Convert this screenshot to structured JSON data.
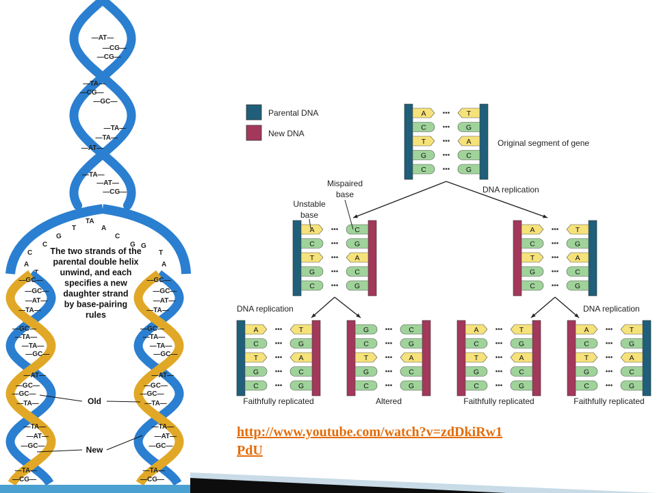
{
  "helix": {
    "caption_lines": [
      "The two strands of the",
      "parental double helix",
      "unwind, and each",
      "specifies a new",
      "daughter strand",
      "by base-pairing",
      "rules"
    ],
    "label_old": "Old",
    "label_new": "New",
    "top_pairs": [
      "AT",
      "CG",
      "CG",
      "TA",
      "CG",
      "GC",
      "TA",
      "TA",
      "AT",
      "TA",
      "AT",
      "CG"
    ],
    "fork_left": [
      "TA",
      "T",
      "G",
      "C",
      "C",
      "A",
      "T"
    ],
    "fork_right": [
      "A",
      "C",
      "G",
      "G",
      "T",
      "A"
    ],
    "left_pairs": [
      "GC",
      "GC",
      "AT",
      "TA",
      "GC",
      "TA",
      "TA",
      "GC",
      "AT",
      "GC",
      "GC",
      "TA",
      "TA",
      "AT",
      "GC",
      "TA",
      "CG"
    ],
    "right_pairs": [
      "GC",
      "GC",
      "AT",
      "TA",
      "GC",
      "TA",
      "TA",
      "GC",
      "AT",
      "GC",
      "GC",
      "TA",
      "TA",
      "AT",
      "GC",
      "TA",
      "CG"
    ],
    "colors": {
      "parental": "#2b7fd0",
      "new": "#e0a826"
    }
  },
  "replication": {
    "legend": [
      {
        "label": "Parental DNA",
        "color": "#1f5f7a"
      },
      {
        "label": "New DNA",
        "color": "#a3385a"
      }
    ],
    "labels": {
      "original": "Original  segment of gene",
      "dna_replication": "DNA replication",
      "mispaired_base": [
        "Mispaired",
        "base"
      ],
      "unstable_base": [
        "Unstable",
        "base"
      ],
      "faithfully_replicated": "Faithfully replicated",
      "altered": "Altered"
    },
    "segments": {
      "original": {
        "left": [
          "A",
          "C",
          "T",
          "G",
          "C"
        ],
        "right": [
          "T",
          "G",
          "A",
          "C",
          "G"
        ]
      },
      "mutant": {
        "left": [
          "A",
          "C",
          "T",
          "G",
          "C"
        ],
        "right": [
          "C",
          "G",
          "A",
          "C",
          "G"
        ]
      },
      "normal": {
        "left": [
          "A",
          "C",
          "T",
          "G",
          "C"
        ],
        "right": [
          "T",
          "G",
          "A",
          "C",
          "G"
        ]
      },
      "faithful_left": {
        "left": [
          "A",
          "C",
          "T",
          "G",
          "C"
        ],
        "right": [
          "T",
          "G",
          "A",
          "C",
          "G"
        ]
      },
      "altered": {
        "left": [
          "G",
          "C",
          "T",
          "G",
          "C"
        ],
        "right": [
          "C",
          "G",
          "A",
          "C",
          "G"
        ]
      },
      "faithful_mid": {
        "left": [
          "A",
          "C",
          "T",
          "G",
          "C"
        ],
        "right": [
          "T",
          "G",
          "A",
          "C",
          "G"
        ]
      },
      "faithful_right": {
        "left": [
          "A",
          "C",
          "T",
          "G",
          "C"
        ],
        "right": [
          "T",
          "G",
          "A",
          "C",
          "G"
        ]
      }
    },
    "base_colors": {
      "A": "#f6e27a",
      "T": "#f6e27a",
      "C": "#9fd39a",
      "G": "#9fd39a"
    }
  },
  "link": {
    "line1": "http://www.youtube.com/watch?v=zdDkiRw1",
    "line2": "PdU"
  }
}
